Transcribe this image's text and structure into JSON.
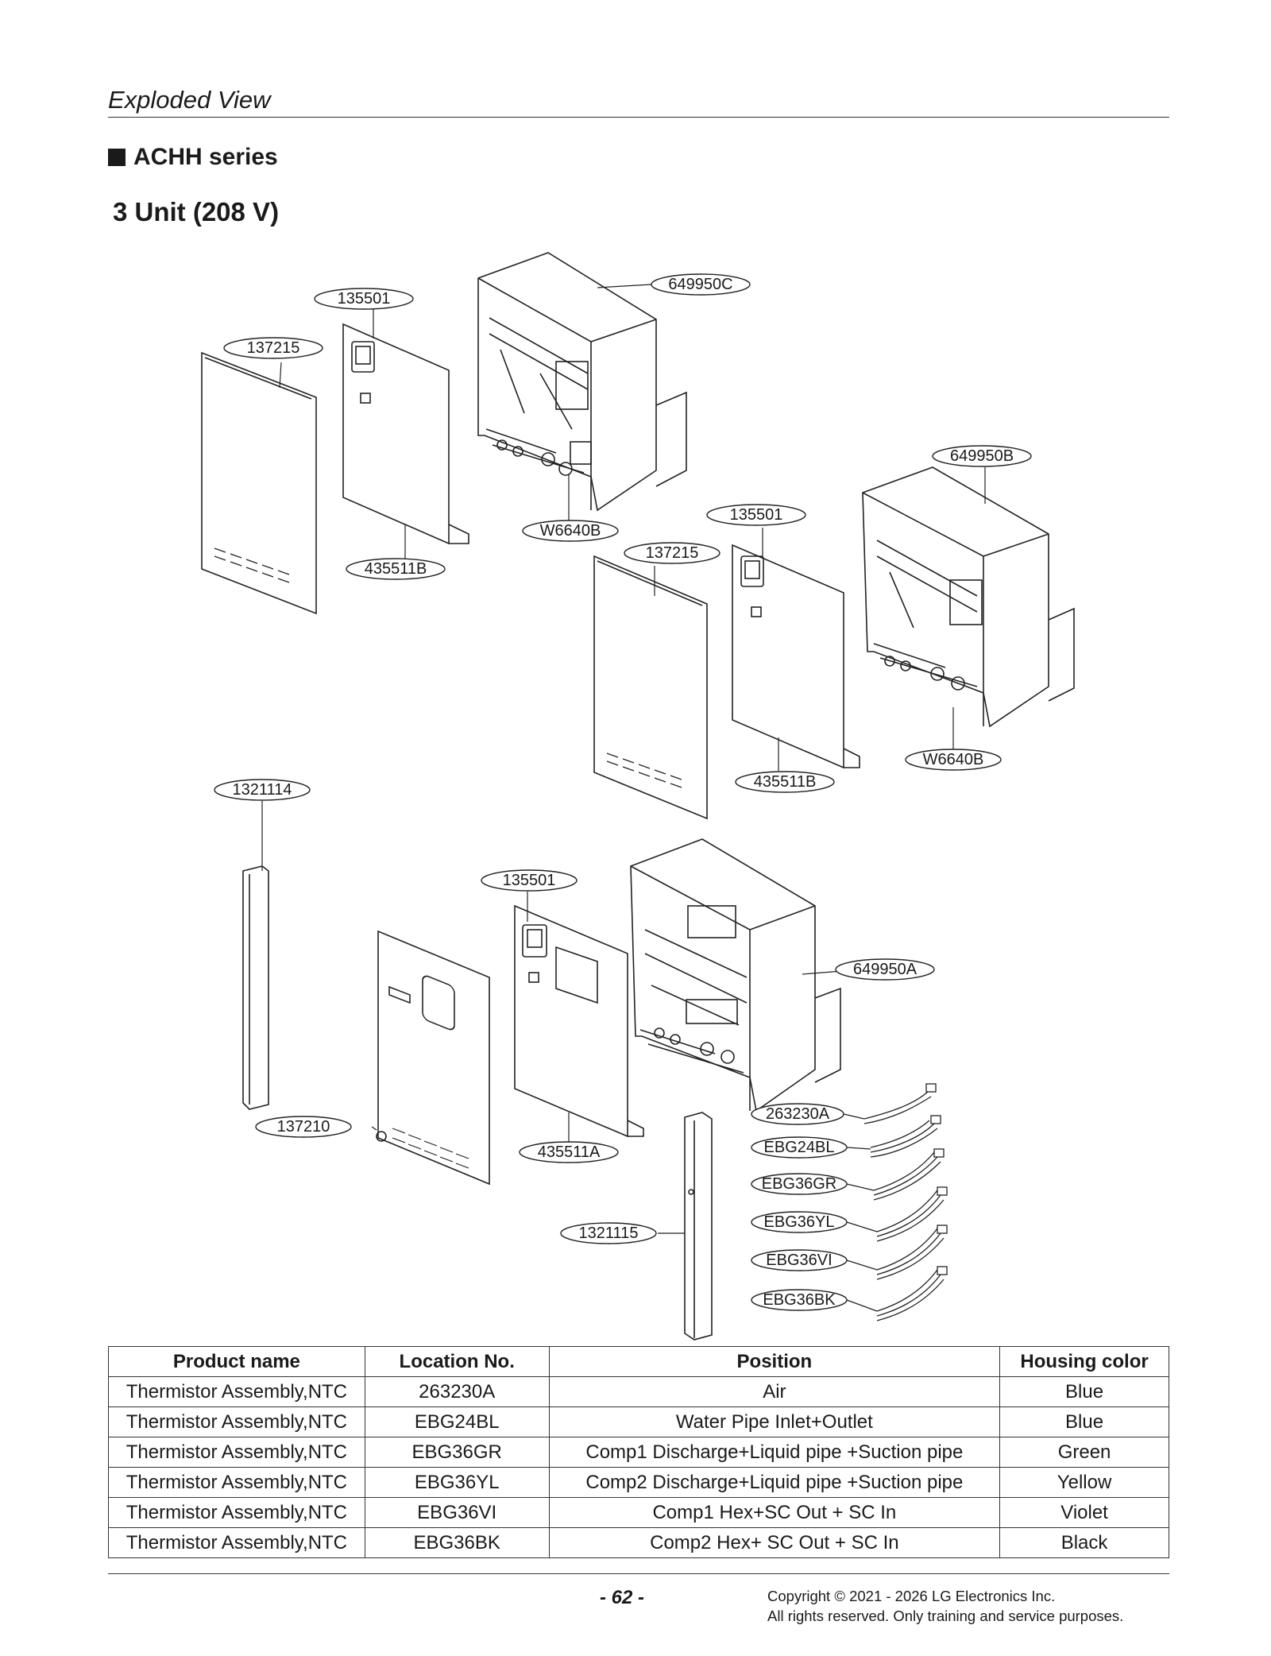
{
  "header": {
    "title": "Exploded View"
  },
  "series": {
    "title": "ACHH series"
  },
  "unit": {
    "title": "3 Unit (208 V)"
  },
  "diagram": {
    "labels": {
      "p1": "649950C",
      "p2": "135501",
      "p3": "137215",
      "p4": "435511B",
      "p5": "W6640B",
      "p6": "649950B",
      "p7": "135501",
      "p8": "137215",
      "p9": "W6640B",
      "p10": "435511B",
      "p11": "1321114",
      "p12": "135501",
      "p13": "649950A",
      "p14": "137210",
      "p15": "435511A",
      "p16": "1321115",
      "p17": "263230A",
      "p18": "EBG24BL",
      "p19": "EBG36GR",
      "p20": "EBG36YL",
      "p21": "EBG36VI",
      "p22": "EBG36BK"
    }
  },
  "table": {
    "headers": [
      "Product name",
      "Location No.",
      "Position",
      "Housing color"
    ],
    "rows": [
      [
        "Thermistor Assembly,NTC",
        "263230A",
        "Air",
        "Blue"
      ],
      [
        "Thermistor Assembly,NTC",
        "EBG24BL",
        "Water Pipe Inlet+Outlet",
        "Blue"
      ],
      [
        "Thermistor Assembly,NTC",
        "EBG36GR",
        "Comp1 Discharge+Liquid pipe +Suction pipe",
        "Green"
      ],
      [
        "Thermistor Assembly,NTC",
        "EBG36YL",
        "Comp2 Discharge+Liquid pipe +Suction pipe",
        "Yellow"
      ],
      [
        "Thermistor Assembly,NTC",
        "EBG36VI",
        "Comp1 Hex+SC Out + SC In",
        "Violet"
      ],
      [
        "Thermistor Assembly,NTC",
        "EBG36BK",
        "Comp2 Hex+ SC Out + SC In",
        "Black"
      ]
    ]
  },
  "footer": {
    "page": "- 62 -",
    "copyright_line1": "Copyright © 2021 - 2026 LG Electronics Inc.",
    "copyright_line2": "All rights reserved. Only training and service purposes."
  }
}
